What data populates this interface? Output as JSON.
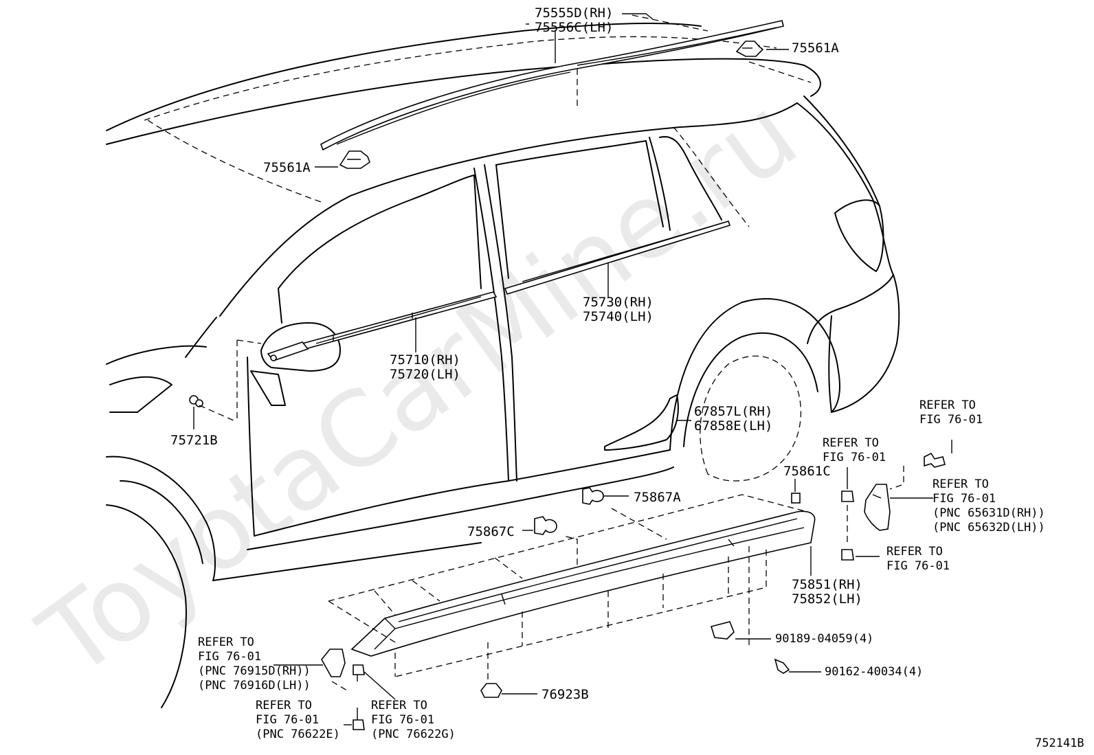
{
  "watermark": "ToyotaCarMine.ru",
  "diagram_id": "752141B",
  "callouts": {
    "c75555": [
      "75555D(RH)",
      "75556C(LH)"
    ],
    "c75561_rear": [
      "75561A"
    ],
    "c75561_front": [
      "75561A"
    ],
    "c75730": [
      "75730(RH)",
      "75740(LH)"
    ],
    "c75710": [
      "75710(RH)",
      "75720(LH)"
    ],
    "c75721": [
      "75721B"
    ],
    "c67857": [
      "67857L(RH)",
      "67858E(LH)"
    ],
    "c75861": [
      "75861C"
    ],
    "c75867a": [
      "75867A"
    ],
    "c75867c": [
      "75867C"
    ],
    "c75851": [
      "75851(RH)",
      "75852(LH)"
    ],
    "c90189": [
      "90189-04059(4)"
    ],
    "c90162": [
      "90162-40034(4)"
    ],
    "c76923": [
      "76923B"
    ],
    "ref_top": [
      "REFER TO",
      "FIG 76-01"
    ],
    "ref_mid": [
      "REFER TO",
      "FIG 76-01"
    ],
    "ref_mudguard": [
      "REFER TO",
      "FIG 76-01",
      "(PNC 65631D(RH))",
      "(PNC 65632D(LH))"
    ],
    "ref_bolt": [
      "REFER TO",
      "FIG 76-01"
    ],
    "ref_front_bracket": [
      "REFER TO",
      "FIG 76-01",
      "(PNC 76915D(RH))",
      "(PNC 76916D(LH))"
    ],
    "ref_76622e": [
      "REFER TO",
      "FIG 76-01",
      "(PNC 76622E)"
    ],
    "ref_76622g": [
      "REFER TO",
      "FIG 76-01",
      "(PNC 76622G)"
    ]
  }
}
